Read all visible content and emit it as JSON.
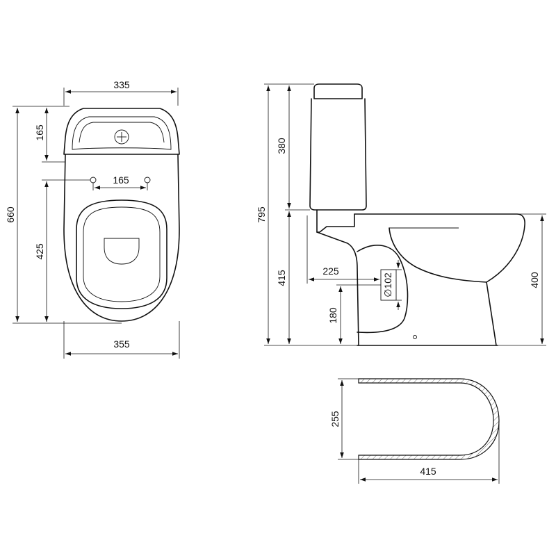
{
  "line_color": "#111111",
  "background": "#ffffff",
  "top_view": {
    "width_top": "335",
    "width_bottom": "355",
    "total_depth": "660",
    "tank_depth": "165",
    "fixing_hole_spacing": "165",
    "fixing_to_back": "425"
  },
  "side_view": {
    "total_height": "795",
    "tank_height": "380",
    "inlet_height": "415",
    "bowl_height": "400",
    "outlet_offset": "225",
    "outlet_diameter": "∅102",
    "outlet_center_height": "180"
  },
  "section_view": {
    "depth": "255",
    "width": "415"
  }
}
